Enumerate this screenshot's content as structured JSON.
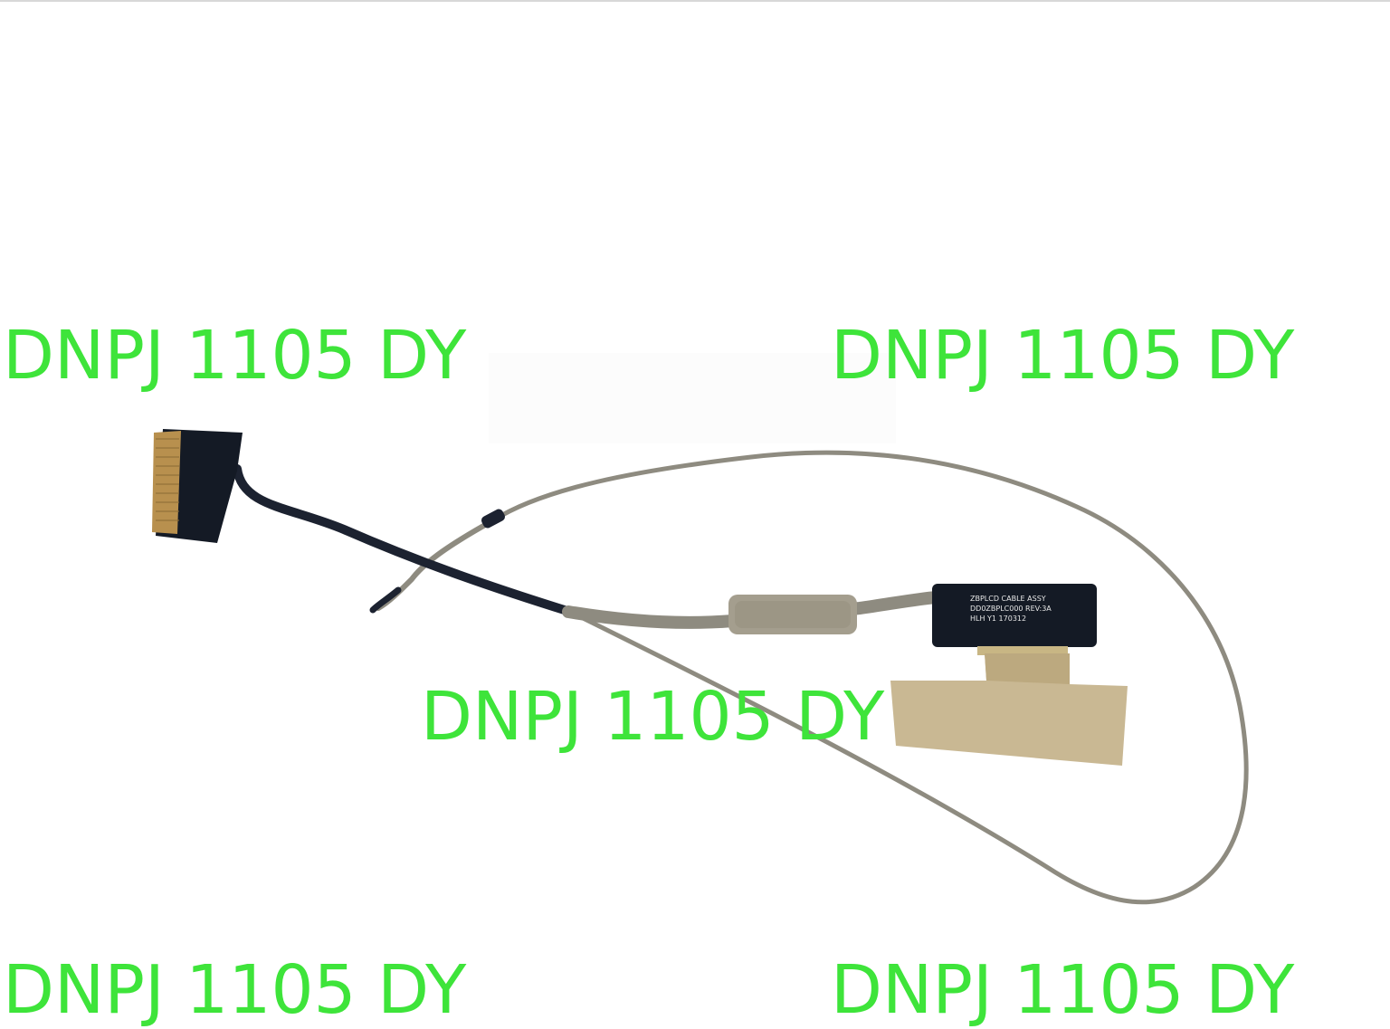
{
  "watermarks": [
    "DNPJ 1105 DY",
    "DNPJ 1105 DY",
    "DNPJ 1105 DY",
    "DNPJ 1105 DY",
    "DNPJ 1105 DY"
  ],
  "cable_label": {
    "line1": "ZBPLCD CABLE ASSY",
    "line2": "DD0ZBPLC000 REV:3A",
    "line3": "HLH Y1 170312"
  },
  "colors": {
    "background": "#ffffff",
    "watermark": "#3ee43a",
    "black_cable": "#1c2230",
    "gray_cable": "#8e8b80",
    "connector": "#141a25",
    "gold_pins": "#b8904e",
    "tape": "#c9b893"
  }
}
